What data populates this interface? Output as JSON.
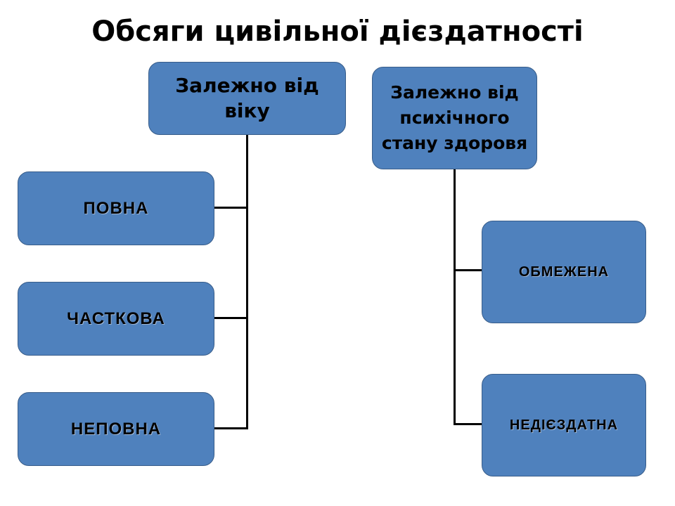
{
  "title": "Обсяги цивільної дієздатності",
  "colors": {
    "box_fill": "#4f81bd",
    "box_border": "#385d8a",
    "connector": "#000000"
  },
  "left_branch": {
    "header": "Залежно від віку",
    "items": [
      "ПОВНА",
      "ЧАСТКОВА",
      "НЕПОВНА"
    ]
  },
  "right_branch": {
    "header": "Залежно від психічного стану здоровя",
    "items": [
      "ОБМЕЖЕНА",
      "НЕДІЄЗДАТНА"
    ]
  }
}
